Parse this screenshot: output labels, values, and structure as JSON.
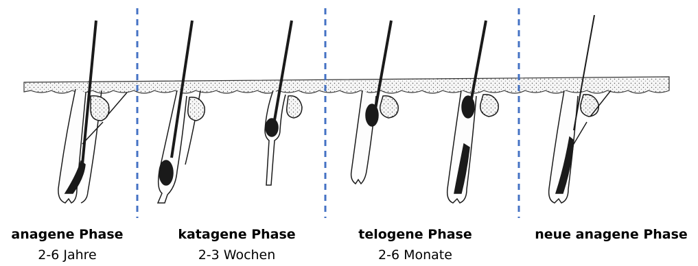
{
  "phases": [
    {
      "name": "anagene Phase",
      "duration": "2-6 Jahre"
    },
    {
      "name": "katagene Phase",
      "duration": "2-3 Wochen"
    },
    {
      "name": "telogene Phase",
      "duration": "2-6 Monate"
    },
    {
      "name": "neue anagene Phase",
      "duration": ""
    }
  ],
  "colors": {
    "divider": "#4472C4",
    "ink": "#1a1a1a",
    "skin_fill": "#f4f4f4",
    "background": "#ffffff"
  }
}
